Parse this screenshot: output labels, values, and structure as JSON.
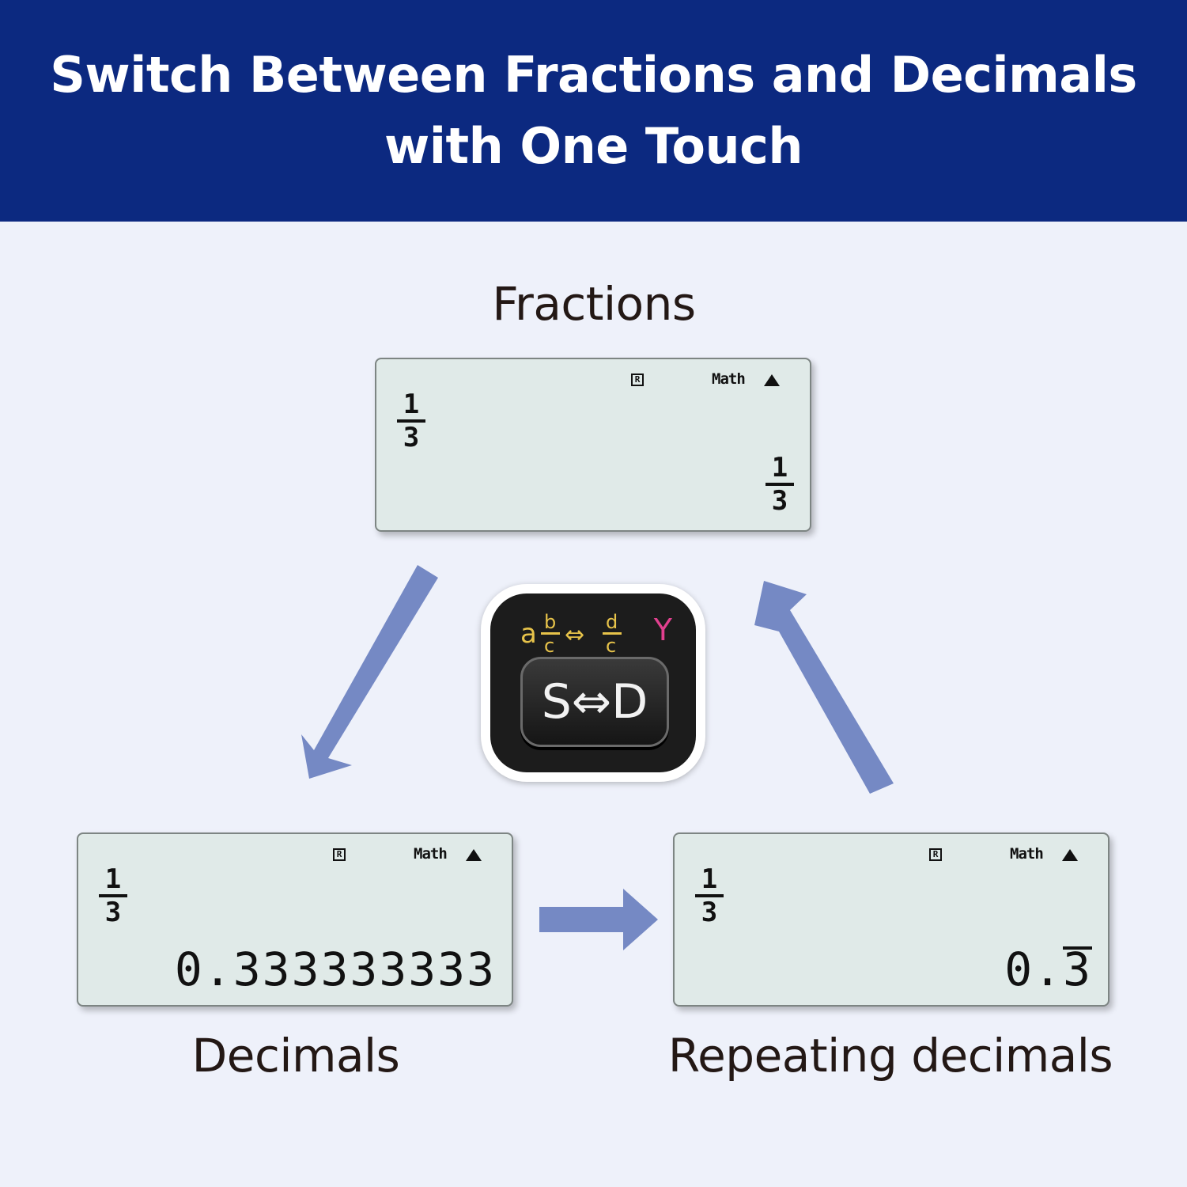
{
  "header": {
    "title_line1": "Switch Between Fractions and Decimals",
    "title_line2": "with One Touch",
    "background": "#0c2980"
  },
  "captions": {
    "fractions": "Fractions",
    "decimals": "Decimals",
    "repeating": "Repeating decimals"
  },
  "screens": {
    "indicator_r": "R",
    "indicator_math": "Math",
    "fractions": {
      "input_num": "1",
      "input_den": "3",
      "result_num": "1",
      "result_den": "3"
    },
    "decimals": {
      "input_num": "1",
      "input_den": "3",
      "result": "0.333333333"
    },
    "repeating": {
      "input_num": "1",
      "input_den": "3",
      "result_prefix": "0.",
      "result_repeat": "3"
    }
  },
  "key": {
    "function_label": "a b/c ⇔ d/c",
    "alpha_label": "Y",
    "button_label": "S⇔D"
  },
  "colors": {
    "arrow": "#7589c4",
    "lcd_bg": "#e0eae8",
    "function_text": "#e7c34a",
    "alpha_text": "#e1408f"
  }
}
